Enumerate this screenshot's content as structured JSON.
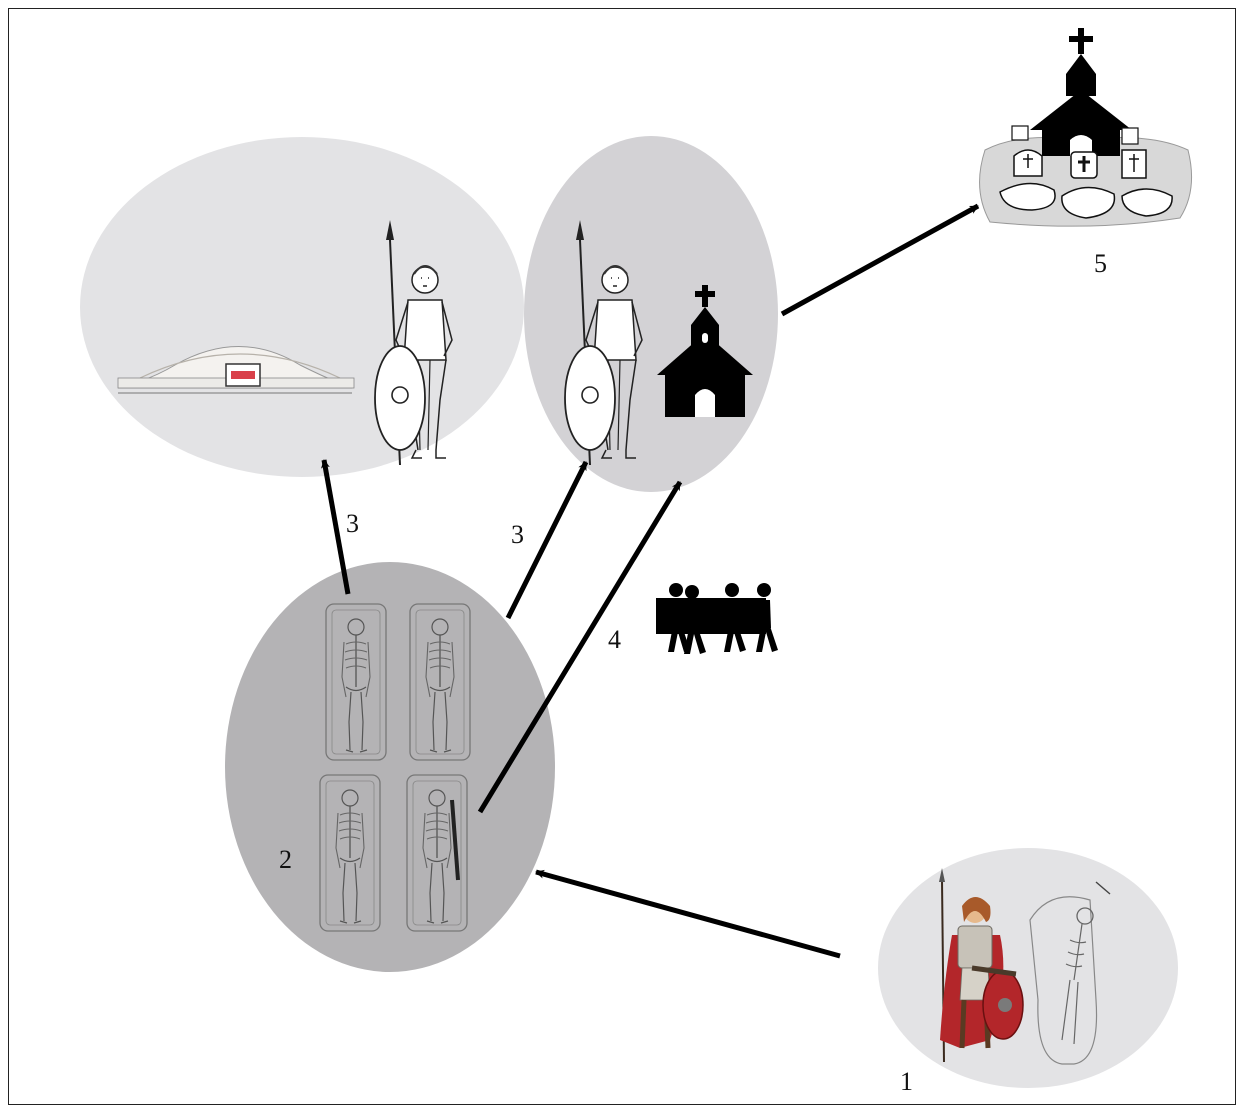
{
  "stages": {
    "s1": {
      "label": "1"
    },
    "s2": {
      "label": "2"
    },
    "s5": {
      "label": "5"
    }
  },
  "arrows": {
    "a3_left": {
      "label": "3"
    },
    "a3_mid": {
      "label": "3"
    },
    "a4": {
      "label": "4"
    }
  },
  "colors": {
    "ellipse_light": "#e3e3e5",
    "ellipse_mid": "#d3d2d5",
    "ellipse_dark": "#b4b3b5",
    "ink": "#000000",
    "shield_red": "#b3262a"
  },
  "icons": [
    "church-icon",
    "pallbearers-icon",
    "churchyard-icon",
    "warrior-icon",
    "skeleton-grave-icon",
    "burial-mound-icon",
    "roman-soldier-icon"
  ]
}
